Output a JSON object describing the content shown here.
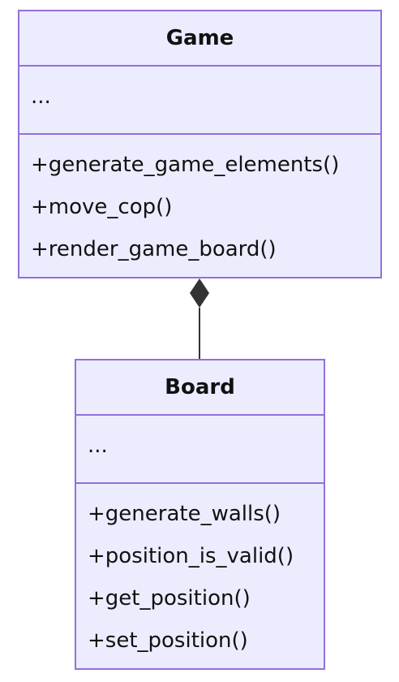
{
  "diagram": {
    "classes": [
      {
        "name": "Game",
        "attributes": [
          "..."
        ],
        "methods": [
          "+generate_game_elements()",
          "+move_cop()",
          "+render_game_board()"
        ]
      },
      {
        "name": "Board",
        "attributes": [
          "..."
        ],
        "methods": [
          "+generate_walls()",
          "+position_is_valid()",
          "+get_position()",
          "+set_position()"
        ]
      }
    ],
    "relationship": {
      "type": "composition",
      "from": "Game",
      "to": "Board"
    }
  },
  "colors": {
    "box_fill": "#ececff",
    "box_border": "#9370db",
    "text": "#111111",
    "connector": "#333333"
  }
}
